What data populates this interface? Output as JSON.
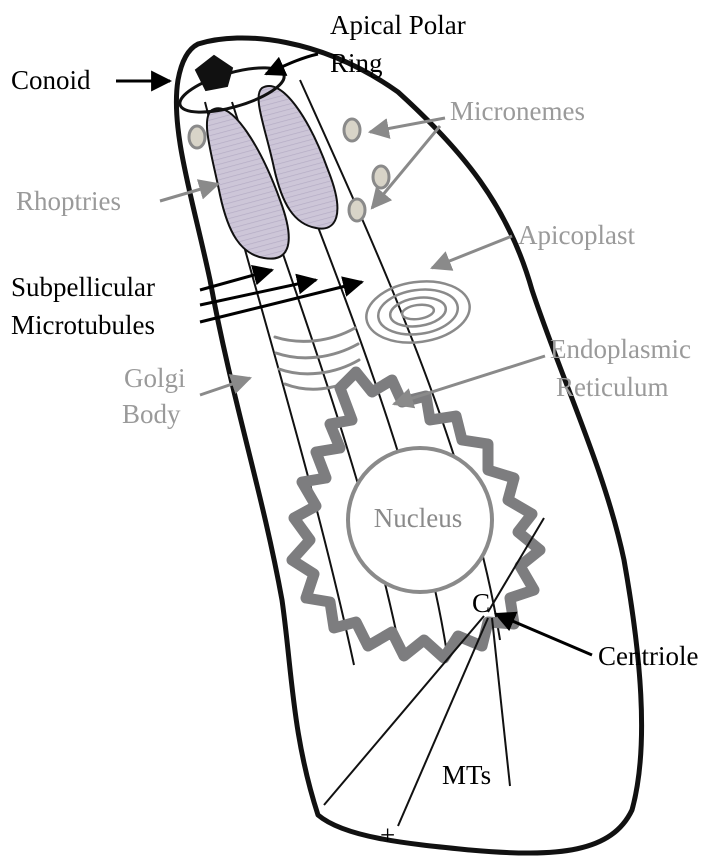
{
  "labels": {
    "conoid": "Conoid",
    "apical_polar_ring_line1": "Apical Polar",
    "apical_polar_ring_line2": "Ring",
    "micronemes": "Micronemes",
    "rhoptries": "Rhoptries",
    "apicoplast": "Apicoplast",
    "subpellicular_line1": "Subpellicular",
    "subpellicular_line2": "Microtubules",
    "endoplasmic_line1": "Endoplasmic",
    "endoplasmic_line2": "Reticulum",
    "golgi_line1": "Golgi",
    "golgi_line2": "Body",
    "nucleus": "Nucleus",
    "centriole_marker": "C",
    "centriole": "Centriole",
    "mts": "MTs",
    "plus_end": "+"
  },
  "colors": {
    "outline": "#111111",
    "organelle_gray": "#7d7d7f",
    "label_gray": "#8a8a8a",
    "rhoptry_fill": "#cdc6d8",
    "microneme_fill": "#d8d4c8"
  }
}
